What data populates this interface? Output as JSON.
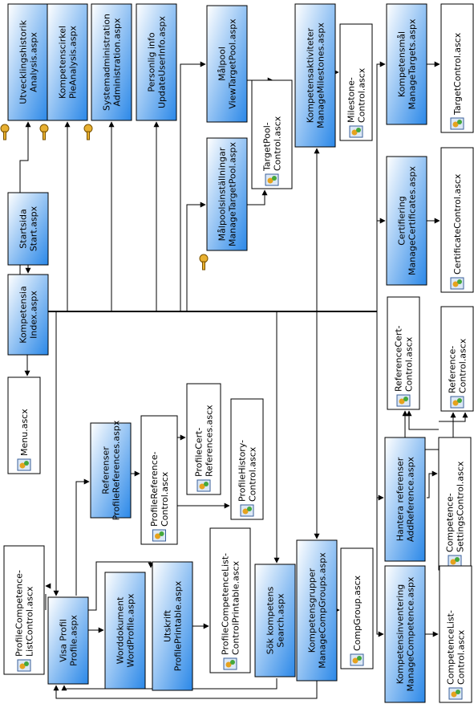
{
  "nodes": [
    {
      "id": "utveckling",
      "lines": [
        "Utvecklingshistorik",
        "Analysis.aspx"
      ],
      "kind": "page",
      "key": true
    },
    {
      "id": "kompetenscirkel",
      "lines": [
        "Kompetenscirkel",
        "PieAnalysis.aspx"
      ],
      "kind": "page",
      "key": true
    },
    {
      "id": "systemadmin",
      "lines": [
        "Systemadministration",
        "Administration.aspx"
      ],
      "kind": "page",
      "key": true
    },
    {
      "id": "personlig",
      "lines": [
        "Personlig info",
        "UpdateUserInfo.aspx"
      ],
      "kind": "page",
      "key": false
    },
    {
      "id": "malpool",
      "lines": [
        "Målpool",
        "ViewTargetPool.aspx"
      ],
      "kind": "page",
      "key": false
    },
    {
      "id": "targetpoolcontrol",
      "lines": [
        "TargetPool-",
        "Control.ascx"
      ],
      "kind": "control",
      "key": false
    },
    {
      "id": "malpoolinst",
      "lines": [
        "Målpoolsinställningar",
        "ManageTargetPool.aspx"
      ],
      "kind": "page",
      "key": true
    },
    {
      "id": "kompaktiviteter",
      "lines": [
        "Kompetensaktiviteter",
        "ManageMilestones.aspx"
      ],
      "kind": "page",
      "key": false
    },
    {
      "id": "milestone",
      "lines": [
        "Milestone-",
        "Control.ascx"
      ],
      "kind": "control",
      "key": false
    },
    {
      "id": "kompmal",
      "lines": [
        "Kompetensmål",
        "ManageTargets.aspx"
      ],
      "kind": "page",
      "key": false
    },
    {
      "id": "targetcontrol",
      "lines": [
        "TargetControl.ascx"
      ],
      "kind": "control",
      "key": false
    },
    {
      "id": "certifiering",
      "lines": [
        "Certifiering",
        "ManageCertificates.aspx"
      ],
      "kind": "page",
      "key": false
    },
    {
      "id": "certificatecontrol",
      "lines": [
        "CertificateControl.ascx"
      ],
      "kind": "control",
      "key": false
    },
    {
      "id": "startsida",
      "lines": [
        "Startsida",
        "Start.aspx"
      ],
      "kind": "page",
      "key": false
    },
    {
      "id": "kompetensia",
      "lines": [
        "Kompetensia",
        "Index.aspx"
      ],
      "kind": "page",
      "key": false
    },
    {
      "id": "menu",
      "lines": [
        "Menu.ascx"
      ],
      "kind": "control",
      "key": false
    },
    {
      "id": "referencecert",
      "lines": [
        "ReferenceCert-",
        "Control.ascx"
      ],
      "kind": "control",
      "key": false
    },
    {
      "id": "referencecontrol",
      "lines": [
        "Reference-",
        "Control.ascx"
      ],
      "kind": "control",
      "key": false
    },
    {
      "id": "referenser",
      "lines": [
        "Referenser",
        "ProfileReferences.aspx"
      ],
      "kind": "page",
      "key": false
    },
    {
      "id": "profilereference",
      "lines": [
        "ProfileReference-",
        "Control.ascx"
      ],
      "kind": "control",
      "key": false
    },
    {
      "id": "profilecert",
      "lines": [
        "ProfileCert-",
        "References.ascx"
      ],
      "kind": "control",
      "key": false
    },
    {
      "id": "profilehistory",
      "lines": [
        "ProfileHistory-",
        "Control.ascx"
      ],
      "kind": "control",
      "key": false
    },
    {
      "id": "hanterareferenser",
      "lines": [
        "Hantera referenser",
        "AddReference.aspx"
      ],
      "kind": "page",
      "key": false
    },
    {
      "id": "competencesettings",
      "lines": [
        "Competence-",
        "SettingsControl.ascx"
      ],
      "kind": "control",
      "key": false
    },
    {
      "id": "profilecompetencelist",
      "lines": [
        "ProfileCompetence-",
        "ListControl.ascx"
      ],
      "kind": "control",
      "key": false
    },
    {
      "id": "visaprofil",
      "lines": [
        "Visa Profil",
        "Profile.aspx"
      ],
      "kind": "page",
      "key": false
    },
    {
      "id": "worddokument",
      "lines": [
        "Worddokument",
        "WordProfile.aspx"
      ],
      "kind": "page",
      "key": false
    },
    {
      "id": "utskrift",
      "lines": [
        "Utskrift",
        "ProfilePrintable.aspx"
      ],
      "kind": "page",
      "key": false
    },
    {
      "id": "profilecompprintable",
      "lines": [
        "ProfileCompetenceList-",
        "ControlPrintable.ascx"
      ],
      "kind": "control",
      "key": false
    },
    {
      "id": "sokkompetens",
      "lines": [
        "Sök kompetens",
        "Search.aspx"
      ],
      "kind": "page",
      "key": false
    },
    {
      "id": "kompetensgrupper",
      "lines": [
        "Kompetensgrupper",
        "ManageCompGroups.aspx"
      ],
      "kind": "page",
      "key": false
    },
    {
      "id": "compgroup",
      "lines": [
        "CompGroup.ascx"
      ],
      "kind": "control",
      "key": false
    },
    {
      "id": "kompinventering",
      "lines": [
        "Kompetensinventering",
        "ManageCompetence.aspx"
      ],
      "kind": "page",
      "key": false
    },
    {
      "id": "competencelist",
      "lines": [
        "CompetenceList-",
        "Control.ascx"
      ],
      "kind": "control",
      "key": false
    }
  ],
  "edges": [
    [
      "kompetensia",
      "utveckling"
    ],
    [
      "kompetensia",
      "kompetenscirkel"
    ],
    [
      "kompetensia",
      "systemadmin"
    ],
    [
      "kompetensia",
      "personlig"
    ],
    [
      "kompetensia",
      "malpool"
    ],
    [
      "kompetensia",
      "malpoolinst"
    ],
    [
      "kompetensia",
      "kompaktiviteter"
    ],
    [
      "kompetensia",
      "kompmal"
    ],
    [
      "kompetensia",
      "certifiering"
    ],
    [
      "kompetensia",
      "menu"
    ],
    [
      "kompetensia",
      "visaprofil"
    ],
    [
      "kompetensia",
      "sokkompetens"
    ],
    [
      "kompetensia",
      "kompetensgrupper"
    ],
    [
      "kompetensia",
      "kompinventering"
    ],
    [
      "kompetensia",
      "hanterareferenser"
    ],
    [
      "startsida",
      "kompetensia"
    ],
    [
      "malpool",
      "targetpoolcontrol"
    ],
    [
      "malpoolinst",
      "targetpoolcontrol"
    ],
    [
      "kompaktiviteter",
      "milestone"
    ],
    [
      "kompmal",
      "targetcontrol"
    ],
    [
      "certifiering",
      "certificatecontrol"
    ],
    [
      "visaprofil",
      "referenser"
    ],
    [
      "referenser",
      "profilereference"
    ],
    [
      "profilereference",
      "profilecert"
    ],
    [
      "profilereference",
      "profilehistory"
    ],
    [
      "visaprofil",
      "profilecompetencelist"
    ],
    [
      "visaprofil",
      "worddokument"
    ],
    [
      "visaprofil",
      "utskrift"
    ],
    [
      "utskrift",
      "profilecompprintable"
    ],
    [
      "kompetensgrupper",
      "compgroup"
    ],
    [
      "kompinventering",
      "competencelist"
    ],
    [
      "hanterareferenser",
      "referencecert"
    ],
    [
      "hanterareferenser",
      "referencecontrol"
    ],
    [
      "hanterareferenser",
      "competencesettings"
    ],
    [
      "competencesettings",
      "referencecert"
    ],
    [
      "competencesettings",
      "referencecontrol"
    ],
    [
      "sokkompetens",
      "visaprofil"
    ]
  ]
}
